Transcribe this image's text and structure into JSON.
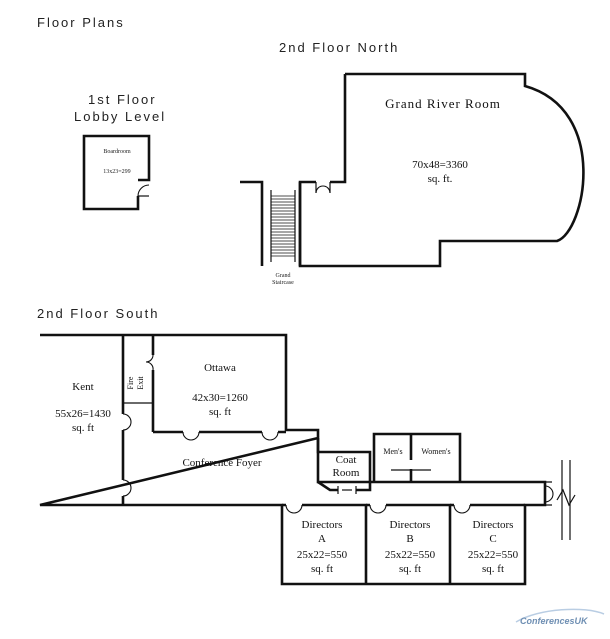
{
  "headings": {
    "floor_plans": "Floor Plans",
    "north": "2nd Floor North",
    "first_floor": "1st Floor",
    "lobby_level": "Lobby Level",
    "south": "2nd Floor South"
  },
  "rooms": {
    "boardroom": {
      "name": "Boardroom",
      "dims": "13x23=299"
    },
    "grand_river": {
      "name": "Grand River Room",
      "dims": "70x48=3360",
      "unit": "sq. ft."
    },
    "grand_staircase": {
      "line1": "Grand",
      "line2": "Staircase"
    },
    "kent": {
      "name": "Kent",
      "dims": "55x26=1430",
      "unit": "sq. ft"
    },
    "fire_exit": {
      "line1": "Fire",
      "line2": "Exit"
    },
    "ottawa": {
      "name": "Ottawa",
      "dims": "42x30=1260",
      "unit": "sq. ft"
    },
    "conference_foyer": {
      "name": "Conference Foyer"
    },
    "coat_room": {
      "line1": "Coat",
      "line2": "Room"
    },
    "mens": {
      "name": "Men's"
    },
    "womens": {
      "name": "Women's"
    },
    "directors_a": {
      "name": "Directors",
      "letter": "A",
      "dims": "25x22=550",
      "unit": "sq. ft"
    },
    "directors_b": {
      "name": "Directors",
      "letter": "B",
      "dims": "25x22=550",
      "unit": "sq. ft"
    },
    "directors_c": {
      "name": "Directors",
      "letter": "C",
      "dims": "25x22=550",
      "unit": "sq. ft"
    }
  },
  "logo": {
    "text": "ConferencesUK"
  }
}
